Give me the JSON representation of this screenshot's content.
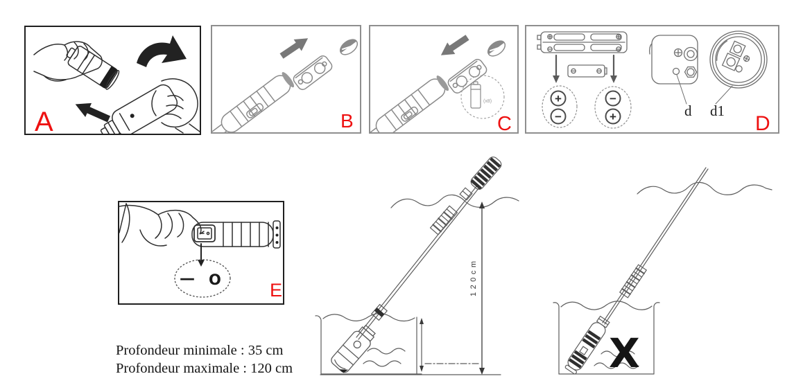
{
  "colors": {
    "background": "#ffffff",
    "label_red": "#ee1111",
    "ink_dark": "#2e2e2e",
    "ink_gray": "#8a8a8a",
    "ink_mid": "#6f6f6f"
  },
  "panels": {
    "a": {
      "label": "A"
    },
    "b": {
      "label": "B"
    },
    "c": {
      "label": "C",
      "battery_count": "(x8)"
    },
    "d": {
      "label": "D",
      "connector_square_label": "d",
      "connector_round_label": "d1",
      "polarity_left_top": "+",
      "polarity_left_bottom": "−",
      "polarity_right_top": "−",
      "polarity_right_bottom": "+"
    },
    "e": {
      "label": "E",
      "switch_on_symbol": "—",
      "switch_off_symbol": "O"
    }
  },
  "depth_figure": {
    "measurement_label": "120cm"
  },
  "forbidden_figure": {
    "cross_mark": "X"
  },
  "captions": {
    "min_depth": "Profondeur minimale : 35 cm",
    "max_depth": "Profondeur maximale : 120 cm"
  }
}
